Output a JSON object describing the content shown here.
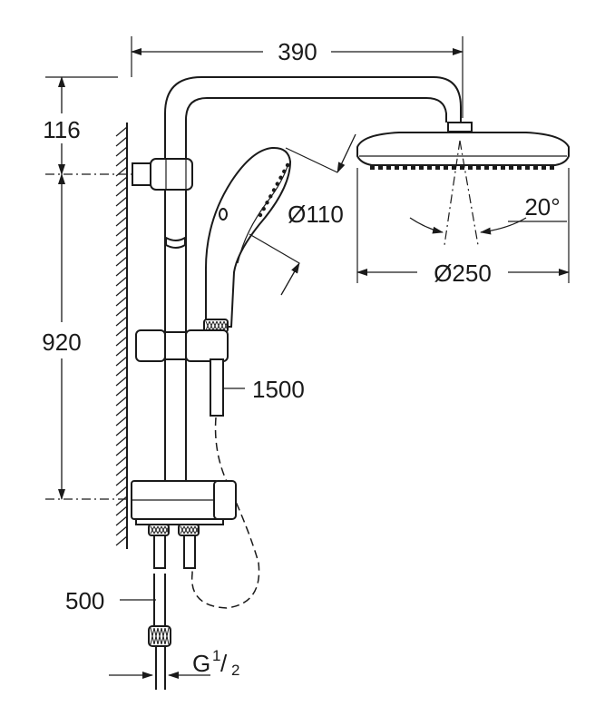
{
  "dimensions": {
    "width_total": "390",
    "top_offset": "116",
    "rail_height": "920",
    "hand_shower_diameter": "Ø110",
    "head_shower_diameter": "Ø250",
    "tilt_angle": "20°",
    "hose_length": "1500",
    "supply_length": "500",
    "thread_main": "G",
    "thread_num": "1",
    "thread_den": "2"
  }
}
